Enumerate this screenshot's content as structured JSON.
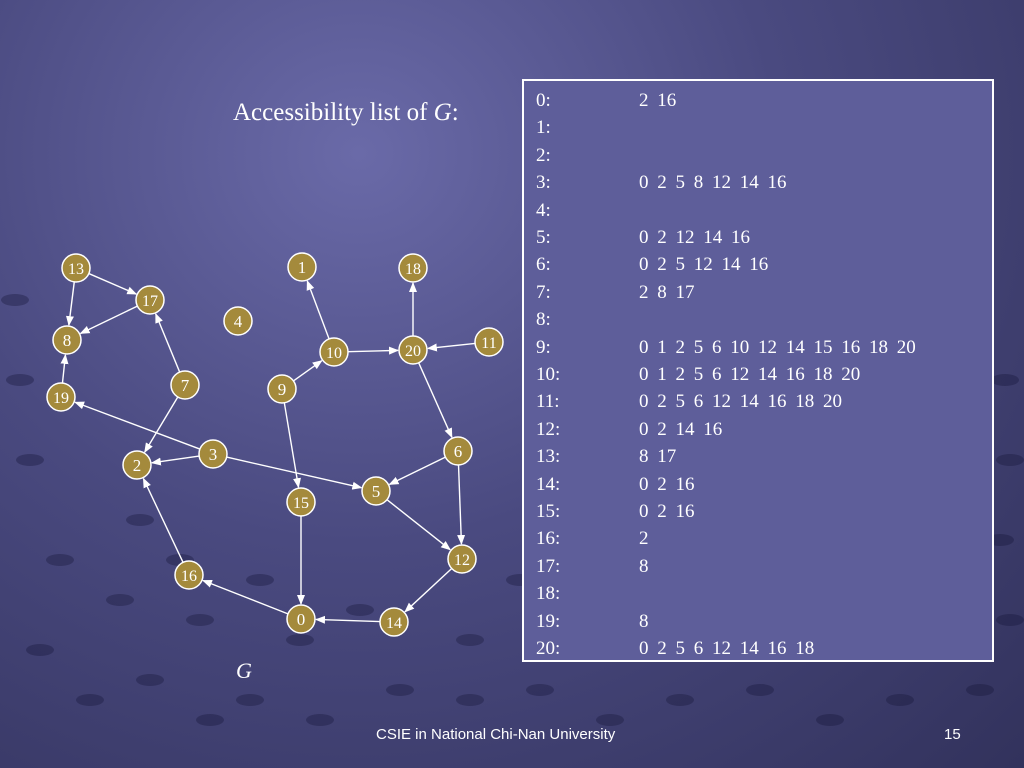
{
  "slide": {
    "heading_prefix": "Accessibility list of ",
    "heading_var": "G",
    "heading_suffix": ":",
    "graph_caption": "G",
    "footer": "CSIE in National Chi-Nan University",
    "page_number": "15"
  },
  "graph": {
    "node_fill": "#a48a3c",
    "node_stroke": "#ffffff",
    "edge_color": "#ffffff",
    "nodes": [
      "0",
      "1",
      "2",
      "3",
      "4",
      "5",
      "6",
      "7",
      "8",
      "9",
      "10",
      "11",
      "12",
      "13",
      "14",
      "15",
      "16",
      "17",
      "18",
      "19",
      "20"
    ],
    "edges": [
      [
        "13",
        "17"
      ],
      [
        "13",
        "8"
      ],
      [
        "17",
        "8"
      ],
      [
        "19",
        "8"
      ],
      [
        "7",
        "17"
      ],
      [
        "7",
        "2"
      ],
      [
        "3",
        "2"
      ],
      [
        "3",
        "19"
      ],
      [
        "3",
        "5"
      ],
      [
        "16",
        "2"
      ],
      [
        "0",
        "16"
      ],
      [
        "14",
        "0"
      ],
      [
        "12",
        "14"
      ],
      [
        "5",
        "12"
      ],
      [
        "6",
        "5"
      ],
      [
        "6",
        "12"
      ],
      [
        "20",
        "6"
      ],
      [
        "20",
        "18"
      ],
      [
        "11",
        "20"
      ],
      [
        "10",
        "20"
      ],
      [
        "10",
        "1"
      ],
      [
        "9",
        "10"
      ],
      [
        "9",
        "15"
      ],
      [
        "15",
        "0"
      ]
    ]
  },
  "accessibility_list": [
    {
      "vertex": "0:",
      "reach": "2 16"
    },
    {
      "vertex": "1:",
      "reach": ""
    },
    {
      "vertex": "2:",
      "reach": ""
    },
    {
      "vertex": "3:",
      "reach": "0 2 5 8 12 14 16"
    },
    {
      "vertex": "4:",
      "reach": ""
    },
    {
      "vertex": "5:",
      "reach": "0 2 12 14 16"
    },
    {
      "vertex": "6:",
      "reach": "0 2 5 12 14 16"
    },
    {
      "vertex": "7:",
      "reach": "2 8 17"
    },
    {
      "vertex": "8:",
      "reach": ""
    },
    {
      "vertex": "9:",
      "reach": "0 1 2 5 6 10 12 14 15 16 18 20"
    },
    {
      "vertex": "10:",
      "reach": "0 1 2 5 6 12 14 16 18 20"
    },
    {
      "vertex": "11:",
      "reach": "0 2 5 6 12 14 16 18 20"
    },
    {
      "vertex": "12:",
      "reach": "0 2 14 16"
    },
    {
      "vertex": "13:",
      "reach": "8 17"
    },
    {
      "vertex": "14:",
      "reach": "0 2 16"
    },
    {
      "vertex": "15:",
      "reach": "0 2 16"
    },
    {
      "vertex": "16:",
      "reach": "2"
    },
    {
      "vertex": "17:",
      "reach": "8"
    },
    {
      "vertex": "18:",
      "reach": ""
    },
    {
      "vertex": "19:",
      "reach": "8"
    },
    {
      "vertex": "20:",
      "reach": "0 2 5 6 12 14 16 18"
    }
  ]
}
